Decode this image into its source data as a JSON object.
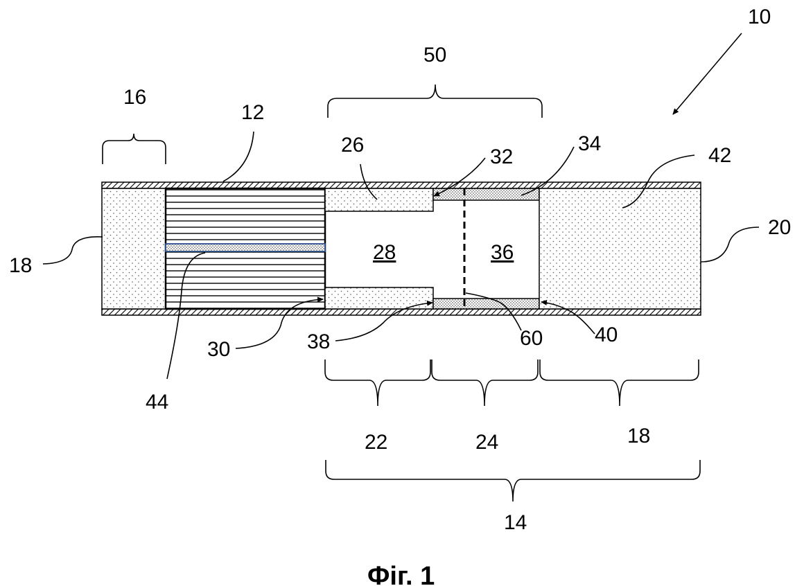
{
  "figure": {
    "caption": "Фіг. 1",
    "reference_numerals": {
      "n10": "10",
      "n12": "12",
      "n14": "14",
      "n16": "16",
      "n18_left": "18",
      "n18_right": "18",
      "n20": "20",
      "n22": "22",
      "n24": "24",
      "n26": "26",
      "n28": "28",
      "n30": "30",
      "n32": "32",
      "n34": "34",
      "n36": "36",
      "n38": "38",
      "n40": "40",
      "n42": "42",
      "n44": "44",
      "n50": "50",
      "n60": "60"
    }
  }
}
